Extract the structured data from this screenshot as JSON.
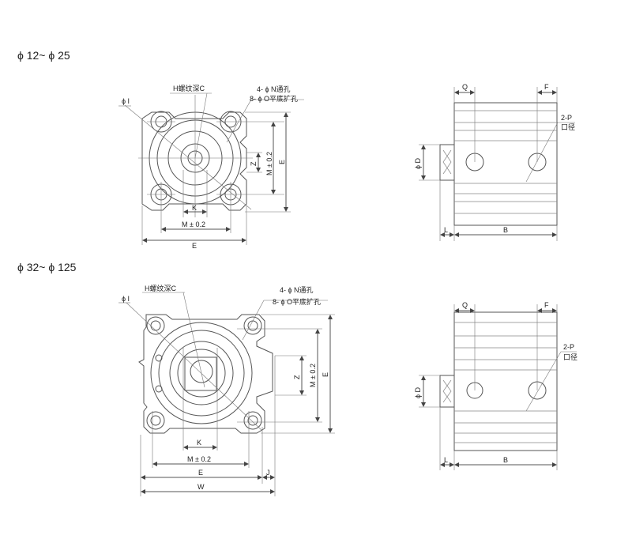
{
  "sections": [
    {
      "title": "ϕ 12~ ϕ 25"
    },
    {
      "title": "ϕ 32~ ϕ 125"
    }
  ],
  "front_labels": {
    "phi_i": "ϕ I",
    "thread": "H螺纹深C",
    "through_hole": "4- ϕ N通孔",
    "counterbore": "8- ϕ O平底扩孔",
    "k": "K",
    "m": "M ± 0.2",
    "e": "E",
    "z": "Z",
    "j": "J",
    "w": "W"
  },
  "side_labels": {
    "q": "Q",
    "f": "F",
    "port": "2-P",
    "port_size": "口径",
    "phi_d": "ϕ D",
    "l": "L",
    "b": "B"
  }
}
